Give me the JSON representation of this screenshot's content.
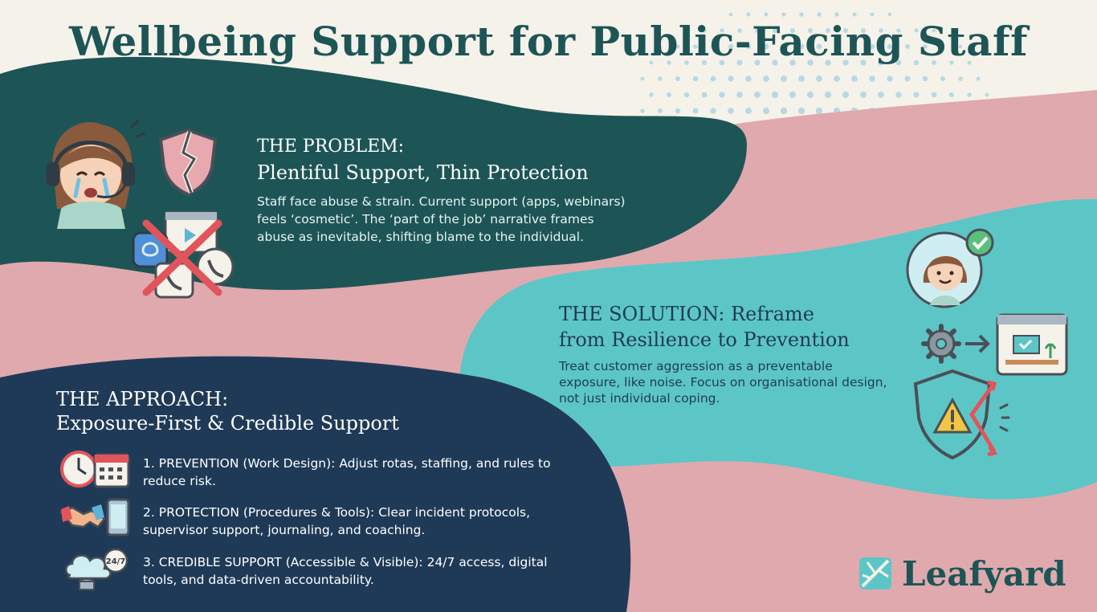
{
  "title": "Wellbeing Support for Public-Facing Staff",
  "problem": {
    "heading_line1": "THE PROBLEM:",
    "heading_line2": "Plentiful Support, Thin Protection",
    "body": "Staff face abuse & strain. Current support (apps, webinars) feels ‘cosmetic’. The ‘part of the job’ narrative frames abuse as inevitable, shifting blame to the individual."
  },
  "solution": {
    "heading_line1": "THE SOLUTION: Reframe",
    "heading_line2": "from Resilience to Prevention",
    "body": "Treat customer aggression as a preventable exposure, like noise. Focus on organisational design, not just individual coping."
  },
  "approach": {
    "heading_line1": "THE APPROACH:",
    "heading_line2": "Exposure-First & Credible Support",
    "steps": [
      {
        "text": "1. PREVENTION (Work Design): Adjust rotas, staffing, and rules to reduce risk.",
        "icon": "clock-calendar-icon"
      },
      {
        "text": "2. PROTECTION (Procedures & Tools): Clear incident protocols, supervisor support, journaling, and coaching.",
        "icon": "handshake-phone-icon"
      },
      {
        "text": "3. CREDIBLE SUPPORT (Accessible & Visible): 24/7 access, digital tools, and data-driven accountability.",
        "icon": "cloud-database-icon"
      }
    ],
    "badge_247": "24/7"
  },
  "brand": {
    "name": "Leafyard",
    "icon": "leaf-logo-icon"
  },
  "colors": {
    "background": "#f5f2ea",
    "title": "#1d5556",
    "problem_band": "#1d5556",
    "solution_band": "#5cc6c6",
    "approach_band": "#1f3a57",
    "pink_band": "#e0a9ae",
    "dots": "#b9d8e2",
    "alert_red": "#e2545b"
  }
}
